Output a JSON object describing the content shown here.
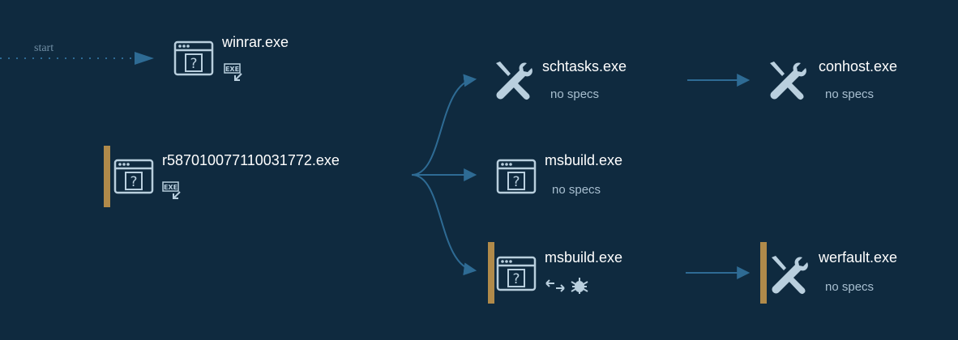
{
  "start_label": "start",
  "colors": {
    "background": "#0f2a3f",
    "edge": "#2e6b94",
    "icon": "#b9cfde",
    "marker": "#b08a4a",
    "text": "#ffffff",
    "subtext": "#a8bfd0"
  },
  "nodes": {
    "winrar": {
      "name": "winrar.exe",
      "icon": "unknown-window-icon",
      "badge": "exe-file-icon"
    },
    "r587": {
      "name": "r587010077110031772.exe",
      "icon": "unknown-window-icon",
      "badge": "exe-file-icon"
    },
    "schtasks": {
      "name": "schtasks.exe",
      "icon": "tools-icon",
      "sub": "no specs"
    },
    "conhost": {
      "name": "conhost.exe",
      "icon": "tools-icon",
      "sub": "no specs"
    },
    "msbuild1": {
      "name": "msbuild.exe",
      "icon": "unknown-window-icon",
      "sub": "no specs"
    },
    "msbuild2": {
      "name": "msbuild.exe",
      "icon": "unknown-window-icon",
      "badges": [
        "network-arrows-icon",
        "bug-icon"
      ]
    },
    "werfault": {
      "name": "werfault.exe",
      "icon": "tools-icon",
      "sub": "no specs"
    }
  }
}
